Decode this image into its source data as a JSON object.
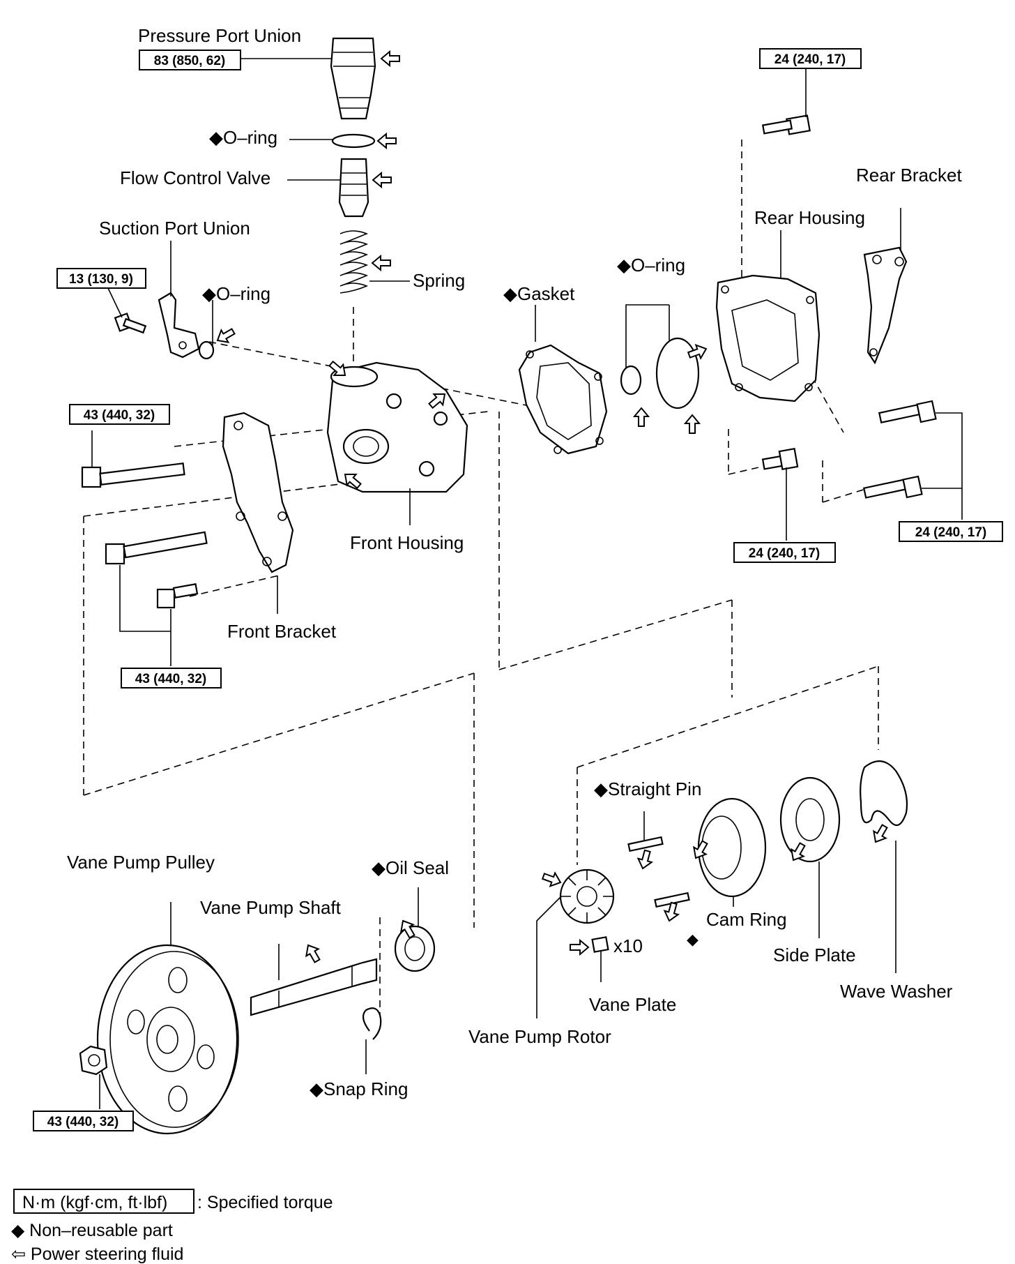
{
  "labels": {
    "pressure_port_union": "Pressure Port Union",
    "o_ring_top": "◆O–ring",
    "flow_control_valve": "Flow Control Valve",
    "suction_port_union": "Suction Port Union",
    "spring": "Spring",
    "o_ring_suction": "◆O–ring",
    "gasket": "◆Gasket",
    "o_ring_rear": "◆O–ring",
    "rear_housing": "Rear Housing",
    "rear_bracket": "Rear Bracket",
    "front_housing": "Front Housing",
    "front_bracket": "Front Bracket",
    "straight_pin": "◆Straight Pin",
    "wave_washer": "Wave Washer",
    "side_plate": "Side Plate",
    "cam_ring": "Cam Ring",
    "vane_plate": "Vane Plate",
    "vane_plate_count": "x10",
    "vane_pump_rotor": "Vane Pump Rotor",
    "vane_pump_pulley": "Vane Pump Pulley",
    "vane_pump_shaft": "Vane Pump Shaft",
    "oil_seal": "◆Oil Seal",
    "snap_ring": "◆Snap Ring",
    "non_reusable_marker": "◆"
  },
  "torques": {
    "pressure_port_union": "83 (850, 62)",
    "rear_top_bolt": "24 (240, 17)",
    "suction_bolt": "13 (130, 9)",
    "front_long_bolt_upper": "43 (440, 32)",
    "front_bolts_lower": "43 (440, 32)",
    "rear_bottom_bolt": "24 (240, 17)",
    "rear_side_bolts": "24 (240, 17)",
    "pulley_nut": "43 (440, 32)"
  },
  "legend": {
    "torque_unit": "N·m (kgf·cm, ft·lbf)",
    "torque_desc": ": Specified torque",
    "non_reusable": "◆ Non–reusable part",
    "fluid": "⇦ Power steering fluid"
  }
}
